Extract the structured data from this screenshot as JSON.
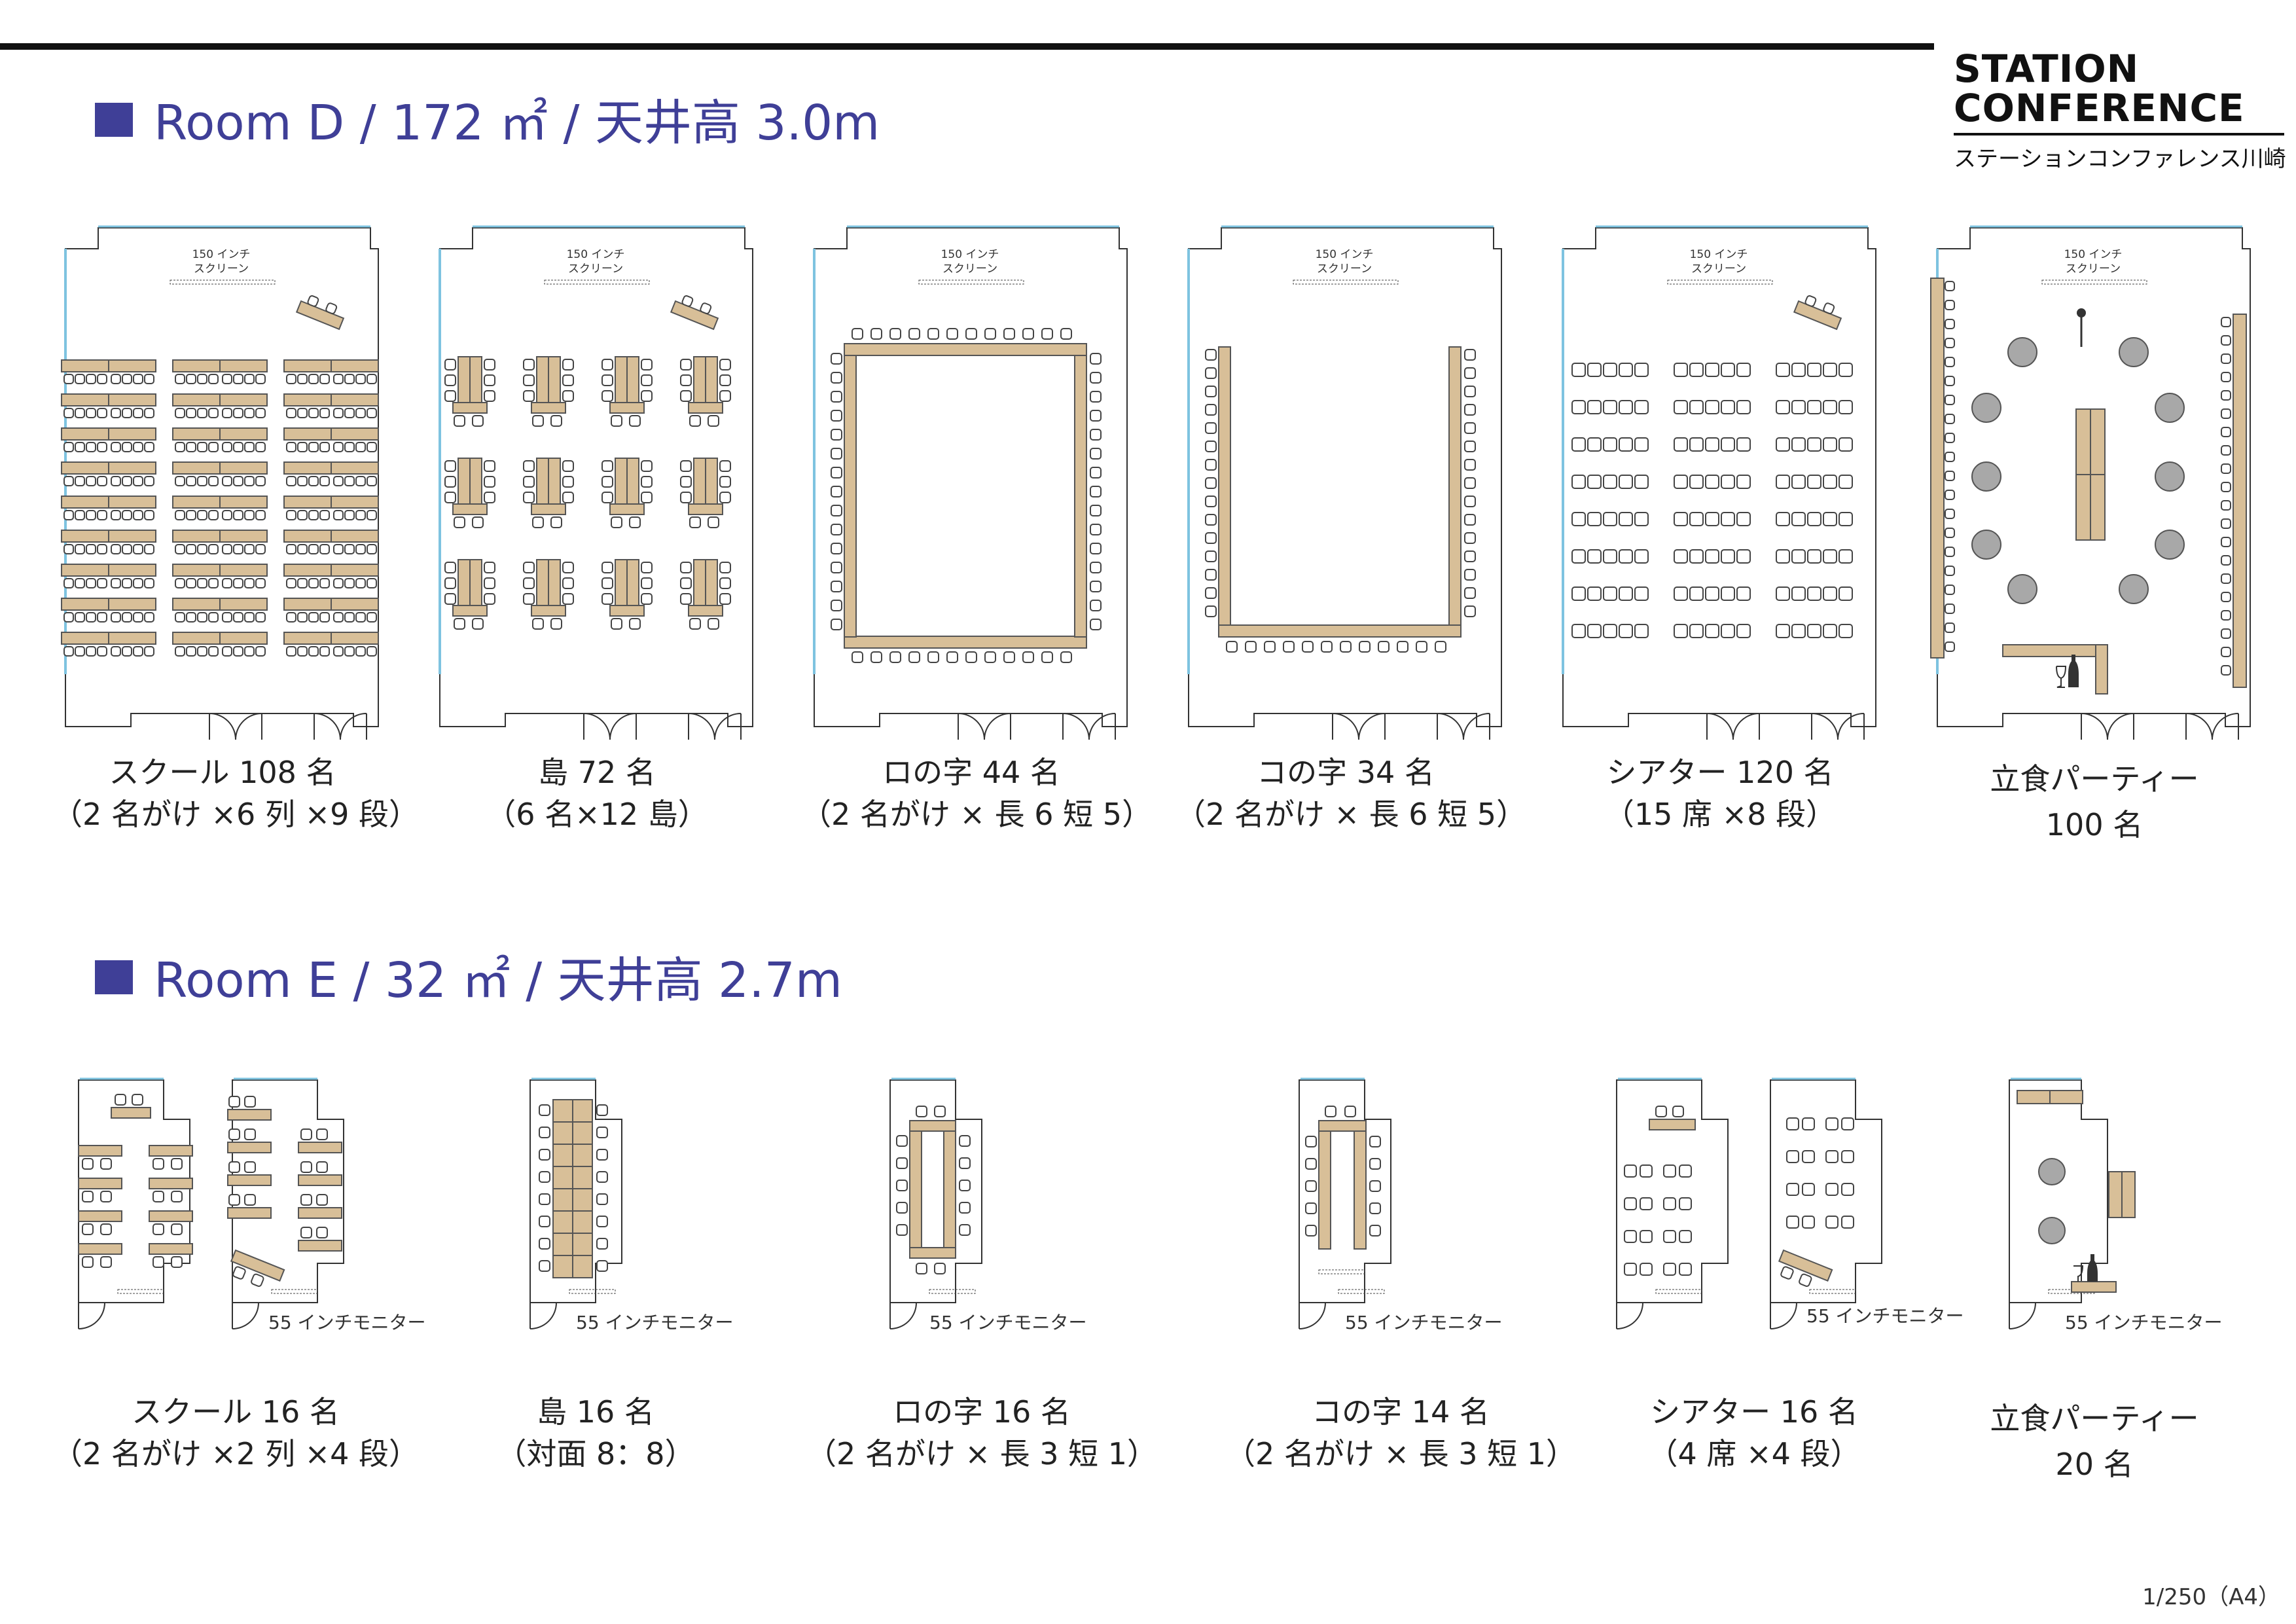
{
  "header": {
    "logo_line1": "STATION",
    "logo_line2": "CONFERENCE",
    "logo_line3": "ステーションコンファレンス川崎"
  },
  "rooms": [
    {
      "title": "Room D  / 172 ㎡ / 天井高 3.0m",
      "screen_label": [
        "150 インチ",
        "スクリーン"
      ],
      "layouts": [
        {
          "name": "スクール  108 名",
          "detail": "（2 名がけ ×6 列 ×9 段）"
        },
        {
          "name": "島  72 名",
          "detail": "（6 名×12 島）"
        },
        {
          "name": "ロの字  44 名",
          "detail": "（2 名がけ × 長 6 短 5）"
        },
        {
          "name": "コの字  34 名",
          "detail": "（2 名がけ × 長 6 短 5）"
        },
        {
          "name": "シアター  120 名",
          "detail": "（15 席 ×8 段）"
        },
        {
          "name": "立食パーティー",
          "detail": "100 名"
        }
      ]
    },
    {
      "title": "Room E  / 32 ㎡ / 天井高 2.7m",
      "monitor_label": "55 インチモニター",
      "layouts": [
        {
          "name": "スクール  16 名",
          "detail": "（2 名がけ ×2 列 ×4 段）"
        },
        {
          "name": "島  16 名",
          "detail": "（対面 8：8）"
        },
        {
          "name": "ロの字  16 名",
          "detail": "（2 名がけ × 長 3 短 1）"
        },
        {
          "name": "コの字  14 名",
          "detail": "（2 名がけ × 長 3 短 1）"
        },
        {
          "name": "シアター  16 名",
          "detail": "（4 席 ×4 段）"
        },
        {
          "name": "立食パーティー",
          "detail": "20 名"
        }
      ]
    }
  ],
  "footer": {
    "scale": "1/250（A4）"
  },
  "colors": {
    "title": "#3f3f97",
    "table": "#d8bf98",
    "table_stroke": "#555555",
    "round_table": "#a8a8a8",
    "window": "#7ec3e0"
  }
}
